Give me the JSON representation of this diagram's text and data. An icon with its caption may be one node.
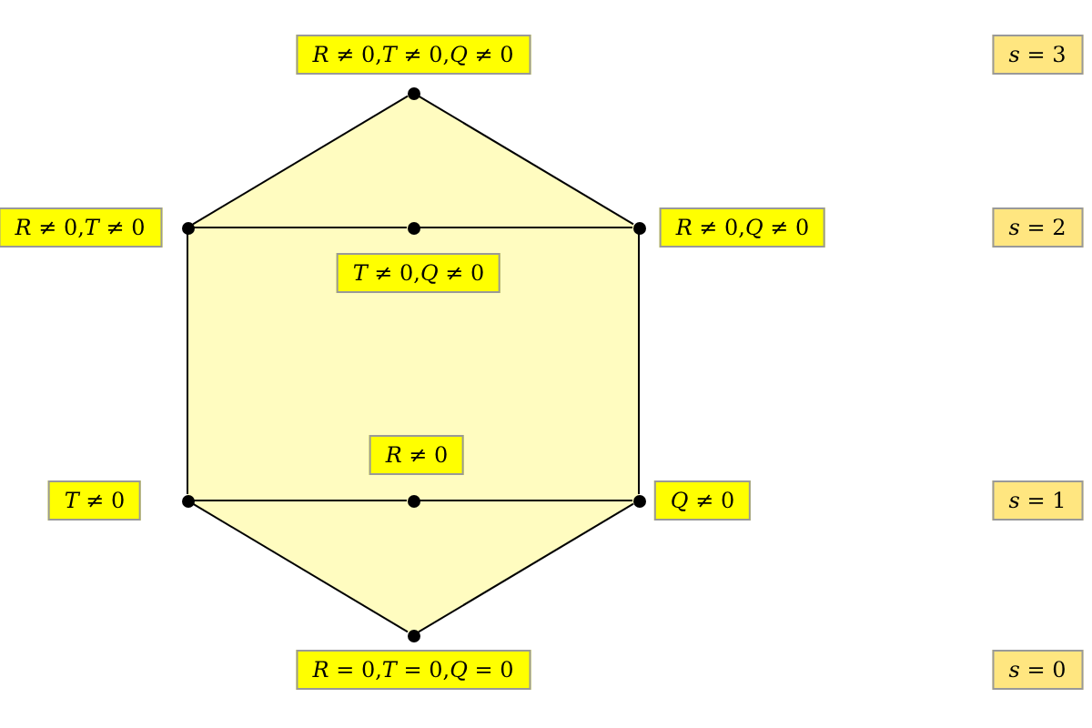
{
  "diagram": {
    "nodes": [
      {
        "text": [],
        "shape": "circle",
        "beside": [
          "*R* ≠ 0,*T* ≠ 0,*Q* ≠ 0"
        ]
      },
      {
        "text": [],
        "shape": "circle",
        "beside": [
          "*R* ≠ 0,*T* ≠ 0"
        ]
      },
      {
        "text": [],
        "shape": "circle",
        "beside": [
          "*T* ≠ 0,*Q* ≠ 0"
        ]
      },
      {
        "text": [],
        "shape": "circle",
        "beside": [
          "*R* ≠ 0,*Q* ≠ 0"
        ]
      },
      {
        "text": [],
        "shape": "circle",
        "beside": [
          "*R* ≠ 0"
        ]
      },
      {
        "text": [],
        "shape": "circle",
        "beside": [
          "*T* ≠ 0"
        ]
      },
      {
        "text": [],
        "shape": "circle",
        "beside": [
          "*Q* ≠ 0"
        ]
      },
      {
        "text": [],
        "shape": "circle",
        "beside": [
          "*R* = 0,*T* = 0,*Q* = 0"
        ]
      }
    ],
    "edges": [
      {
        "from": 0,
        "to": 1,
        "arrow": "none"
      },
      {
        "from": 0,
        "to": 3,
        "arrow": "none"
      },
      {
        "from": 1,
        "to": 2,
        "arrow": "none"
      },
      {
        "from": 2,
        "to": 3,
        "arrow": "none"
      },
      {
        "from": 1,
        "to": 5,
        "arrow": "none"
      },
      {
        "from": 3,
        "to": 6,
        "arrow": "none"
      },
      {
        "from": 5,
        "to": 4,
        "arrow": "none"
      },
      {
        "from": 4,
        "to": 6,
        "arrow": "none"
      },
      {
        "from": 5,
        "to": 7,
        "arrow": "none"
      },
      {
        "from": 6,
        "to": 7,
        "arrow": "none"
      }
    ],
    "labels": [
      "*s* = 3",
      "*s* = 2",
      "*s* = 1",
      "*s* = 0"
    ]
  }
}
